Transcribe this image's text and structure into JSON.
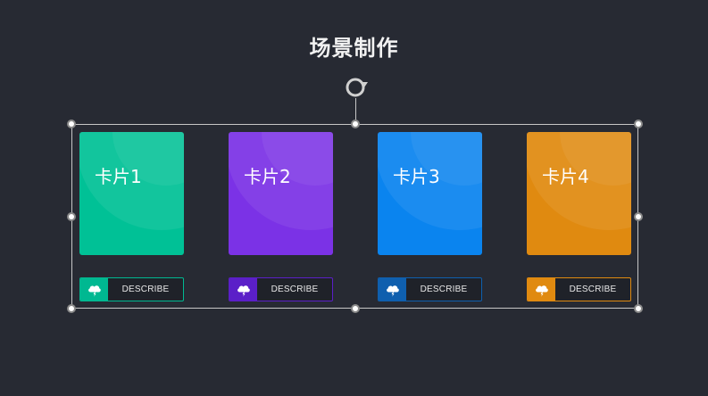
{
  "page": {
    "title": "场景制作"
  },
  "cards": [
    {
      "label": "卡片1",
      "button_label": "DESCRIBE",
      "color": "#00c196",
      "accent": "#00b891",
      "icon": "cloud-lightning-icon"
    },
    {
      "label": "卡片2",
      "button_label": "DESCRIBE",
      "color": "#7b32e6",
      "accent": "#5b1fc8",
      "icon": "cloud-lightning-icon"
    },
    {
      "label": "卡片3",
      "button_label": "DESCRIBE",
      "color": "#0a84ef",
      "accent": "#0f5fae",
      "icon": "cloud-lightning-icon"
    },
    {
      "label": "卡片4",
      "button_label": "DESCRIBE",
      "color": "#e08a10",
      "accent": "#e08a10",
      "icon": "cloud-lightning-icon"
    }
  ],
  "selection": {
    "rotate_icon": "rotate-icon",
    "handle_color": "#ffffff",
    "border_color": "#c7c7c7"
  }
}
